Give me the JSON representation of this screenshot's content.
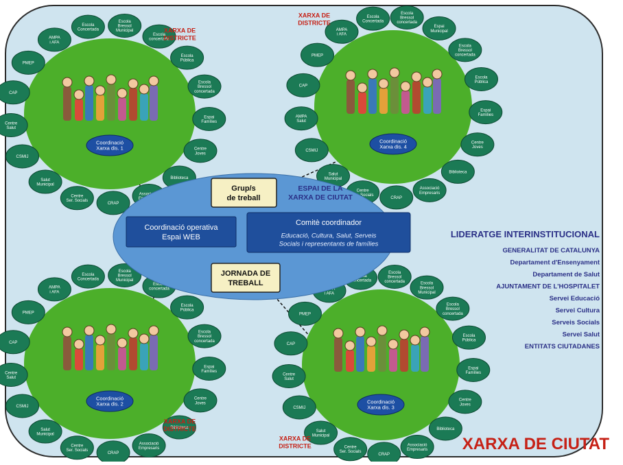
{
  "colors": {
    "background_panel": "#cfe4ef",
    "panel_border": "#2b2b2b",
    "green_circle": "#4caf2a",
    "bubble_fill": "#1b7a55",
    "bubble_text": "#ffffff",
    "center_ellipse": "#5b97d4",
    "dark_box": "#1f4f9c",
    "cream_box": "#f6f0c4",
    "red_label": "#c62116",
    "navy_text": "#2a2f86",
    "coord_oval": "#1d4fa3"
  },
  "districts": [
    {
      "label": "XARXA DE\nDISTRICTE",
      "coord": "Coordinació\nXarxa dis. 1",
      "bubbles": [
        "Escola\nBressol\nMunicipal",
        "Escola\nconcertada",
        "Escola\nPública",
        "Escola\nBressol\nconcertada",
        "Espai\nFamílies",
        "Centre\nJoves",
        "Biblioteca",
        "Associació\nEmpresaris",
        "CRAP",
        "Centre\nSer. Socials",
        "Salut\nMunicipal",
        "CSMIJ",
        "Centre\nSalut",
        "CAP",
        "PMEP",
        "AMPA\ni AFA",
        "Escola\nConcertada"
      ]
    },
    {
      "label": "XARXA DE\nDISTRICTE",
      "coord": "Coordinació\nXarxa dis. 4",
      "bubbles": [
        "Escola\nBressol\nconcertada",
        "Espai\nMunicipal",
        "Escola\nBressol\nconcertada",
        "Escola\nPública",
        "Espai\nFamílies",
        "Centre\nJoves",
        "Biblioteca",
        "Associació\nEmpresaris",
        "CRAP",
        "Centre\nSer. Socials",
        "Salut\nMunicipal",
        "CSMIJ",
        "AMPA\nSalut",
        "CAP",
        "PMEP",
        "AMPA\ni AFA",
        "Escola\nConcertada"
      ]
    },
    {
      "label": "XARXA DE\nDISTRICTE",
      "coord": "Coordinació\nXarxa dis. 2",
      "bubbles": [
        "Escola\nBressol\nMunicipal",
        "Escola\nconcertada",
        "Escola\nPública",
        "Escola\nBressol\nconcertada",
        "Espai\nFamílies",
        "Centre\nJoves",
        "Biblioteca",
        "Associació\nEmpresaris",
        "CRAP",
        "Centre\nSer. Socials",
        "Salut\nMunicipal",
        "CSMIJ",
        "Centre\nSalut",
        "CAP",
        "PMEP",
        "AMPA\ni AFA",
        "Escola\nConcertada"
      ]
    },
    {
      "label": "XARXA DE\nDISTRICTE",
      "coord": "Coordinació\nXarxa dis. 3",
      "bubbles": [
        "Escola\nBressol\nconcertada",
        "Escola\nBressol\nMunicipal",
        "Escola\nBressol\nconcertada",
        "Escola\nPública",
        "Espai\nFamílies",
        "Centre\nJoves",
        "Biblioteca",
        "Associació\nEmpresaris",
        "CRAP",
        "Centre\nSer. Socials",
        "Salut\nMunicipal",
        "CSMIJ",
        "Centre\nSalut",
        "CAP",
        "PMEP",
        "AMPA\ni AFA",
        "Escola\nConcertada"
      ]
    }
  ],
  "center": {
    "grup": "Grup/s\nde treball",
    "espai": "ESPAI DE LA\nXARXA DE CIUTAT",
    "coord_op": "Coordinació operativa\nEspai WEB",
    "comite_title": "Comitè coordinador",
    "comite_body": "Educació, Cultura, Salut, Serveis\nSocials i representants de famílies",
    "jornada": "JORNADA DE\nTREBALL"
  },
  "lideratge": {
    "title": "LIDERATGE INTERINSTITUCIONAL",
    "lines": [
      "GENERALITAT DE CATALUNYA",
      "Departament d'Ensenyament",
      "Departament de Salut",
      "AJUNTAMENT DE L'HOSPITALET",
      "Servei Educació",
      "Servei Cultura",
      "Serveis Socials",
      "Servei Salut",
      "ENTITATS CIUTADANES"
    ]
  },
  "footer_title": "XARXA DE CIUTAT"
}
